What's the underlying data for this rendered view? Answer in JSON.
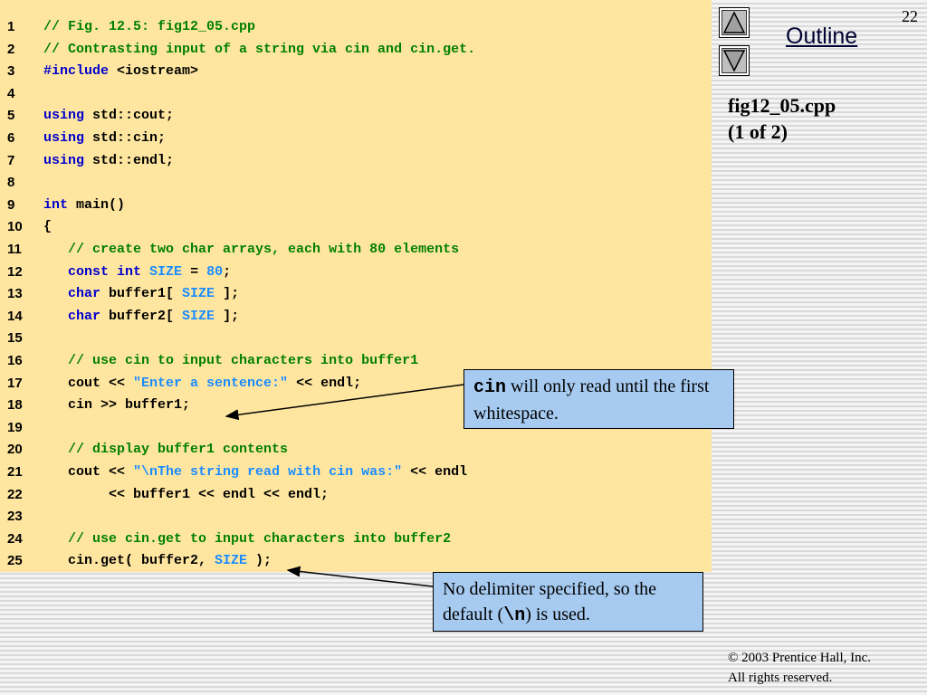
{
  "slide": {
    "page_number": "22",
    "outline_label": "Outline",
    "title_line1": "fig12_05.cpp",
    "title_line2": "(1 of 2)",
    "copyright_symbol": "©",
    "copyright_text": " 2003 Prentice Hall, Inc.",
    "rights": "All rights reserved."
  },
  "code_lines": [
    {
      "n": "1",
      "segs": [
        {
          "t": "// Fig. 12.5: fig12_05.cpp",
          "c": "c"
        }
      ]
    },
    {
      "n": "2",
      "segs": [
        {
          "t": "// Contrasting input of a string via cin and cin.get.",
          "c": "c"
        }
      ]
    },
    {
      "n": "3",
      "segs": [
        {
          "t": "#include",
          "c": "k"
        },
        {
          "t": " <iostream>",
          "c": "p"
        }
      ]
    },
    {
      "n": "4",
      "segs": []
    },
    {
      "n": "5",
      "segs": [
        {
          "t": "using",
          "c": "k"
        },
        {
          "t": " std::cout;",
          "c": "p"
        }
      ]
    },
    {
      "n": "6",
      "segs": [
        {
          "t": "using",
          "c": "k"
        },
        {
          "t": " std::cin;",
          "c": "p"
        }
      ]
    },
    {
      "n": "7",
      "segs": [
        {
          "t": "using",
          "c": "k"
        },
        {
          "t": " std::endl;",
          "c": "p"
        }
      ]
    },
    {
      "n": "8",
      "segs": []
    },
    {
      "n": "9",
      "segs": [
        {
          "t": "int",
          "c": "k"
        },
        {
          "t": " main()",
          "c": "p"
        }
      ]
    },
    {
      "n": "10",
      "segs": [
        {
          "t": "{",
          "c": "p"
        }
      ]
    },
    {
      "n": "11",
      "segs": [
        {
          "t": "   ",
          "c": "p"
        },
        {
          "t": "// create two char arrays, each with 80 elements",
          "c": "c"
        }
      ]
    },
    {
      "n": "12",
      "segs": [
        {
          "t": "   ",
          "c": "p"
        },
        {
          "t": "const int",
          "c": "k"
        },
        {
          "t": " ",
          "c": "p"
        },
        {
          "t": "SIZE",
          "c": "v"
        },
        {
          "t": " = ",
          "c": "p"
        },
        {
          "t": "80",
          "c": "v"
        },
        {
          "t": ";",
          "c": "p"
        }
      ]
    },
    {
      "n": "13",
      "segs": [
        {
          "t": "   ",
          "c": "p"
        },
        {
          "t": "char",
          "c": "k"
        },
        {
          "t": " buffer1[ ",
          "c": "p"
        },
        {
          "t": "SIZE",
          "c": "v"
        },
        {
          "t": " ];",
          "c": "p"
        }
      ]
    },
    {
      "n": "14",
      "segs": [
        {
          "t": "   ",
          "c": "p"
        },
        {
          "t": "char",
          "c": "k"
        },
        {
          "t": " buffer2[ ",
          "c": "p"
        },
        {
          "t": "SIZE",
          "c": "v"
        },
        {
          "t": " ];",
          "c": "p"
        }
      ]
    },
    {
      "n": "15",
      "segs": []
    },
    {
      "n": "16",
      "segs": [
        {
          "t": "   ",
          "c": "p"
        },
        {
          "t": "// use cin to input characters into buffer1",
          "c": "c"
        }
      ]
    },
    {
      "n": "17",
      "segs": [
        {
          "t": "   cout << ",
          "c": "p"
        },
        {
          "t": "\"Enter a sentence:\"",
          "c": "s"
        },
        {
          "t": " << endl;",
          "c": "p"
        }
      ]
    },
    {
      "n": "18",
      "segs": [
        {
          "t": "   cin >> buffer1;",
          "c": "p"
        }
      ]
    },
    {
      "n": "19",
      "segs": []
    },
    {
      "n": "20",
      "segs": [
        {
          "t": "   ",
          "c": "p"
        },
        {
          "t": "// display buffer1 contents",
          "c": "c"
        }
      ]
    },
    {
      "n": "21",
      "segs": [
        {
          "t": "   cout << ",
          "c": "p"
        },
        {
          "t": "\"\\nThe string read with cin was:\"",
          "c": "s"
        },
        {
          "t": " << endl",
          "c": "p"
        }
      ]
    },
    {
      "n": "22",
      "segs": [
        {
          "t": "        << buffer1 << endl << endl;",
          "c": "p"
        }
      ]
    },
    {
      "n": "23",
      "segs": []
    },
    {
      "n": "24",
      "segs": [
        {
          "t": "   ",
          "c": "p"
        },
        {
          "t": "// use cin.get to input characters into buffer2",
          "c": "c"
        }
      ]
    },
    {
      "n": "25",
      "segs": [
        {
          "t": "   cin.get( buffer2, ",
          "c": "p"
        },
        {
          "t": "SIZE",
          "c": "v"
        },
        {
          "t": " );",
          "c": "p"
        }
      ]
    }
  ],
  "callout1": {
    "mono": "cin",
    "text_after": " will only read until the first whitespace."
  },
  "callout2": {
    "text_before": "No delimiter specified, so the default (",
    "mono": "\\n",
    "text_after": ") is used."
  },
  "colors": {
    "code_bg": "#ffe6a0",
    "comment": "#008000",
    "keyword": "#0000cc",
    "literal": "#1a8cff",
    "callout_bg": "#a6caf0"
  },
  "icons": {
    "prev": "triangle-up-icon",
    "next": "triangle-down-icon"
  }
}
